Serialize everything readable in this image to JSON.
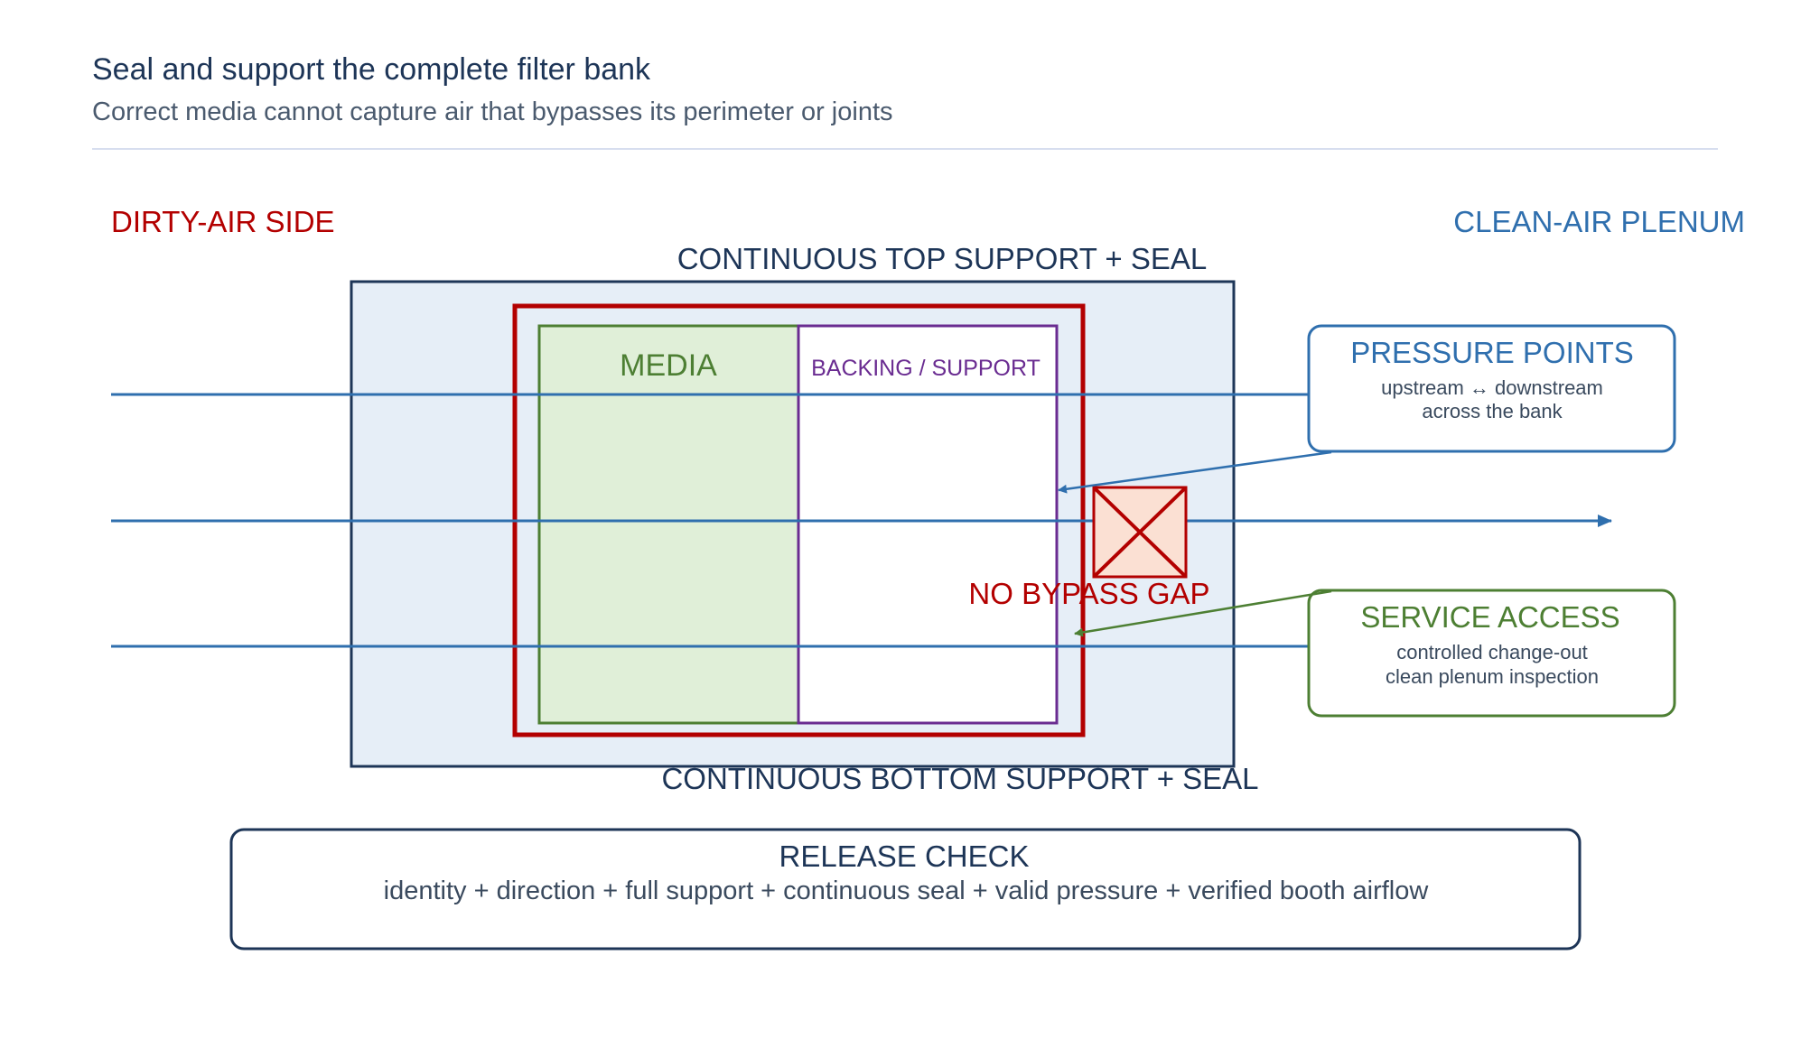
{
  "header": {
    "title": "Seal and support the complete filter bank",
    "subtitle": "Correct media cannot capture air that bypasses its perimeter or joints"
  },
  "diagram": {
    "dirty_side_label": "DIRTY-AIR SIDE",
    "clean_side_label": "CLEAN-AIR PLENUM",
    "top_support_label": "CONTINUOUS TOP SUPPORT + SEAL",
    "bottom_support_label": "CONTINUOUS BOTTOM SUPPORT + SEAL",
    "media_label": "MEDIA",
    "backing_label": "BACKING / SUPPORT",
    "bypass_label": "NO BYPASS GAP",
    "pressure_points": {
      "title": "PRESSURE POINTS",
      "line1": "upstream ↔ downstream",
      "line2": "across the bank"
    },
    "service_access": {
      "title": "SERVICE ACCESS",
      "line1": "controlled change-out",
      "line2": "clean plenum inspection"
    },
    "release_check": {
      "title": "RELEASE CHECK",
      "text": "identity + direction + full support + continuous seal + valid pressure + verified booth airflow"
    }
  },
  "colors": {
    "navy": "#1d3557",
    "red": "#b30000",
    "blue": "#2f6fae",
    "green": "#4d7f33",
    "purple": "#6a2c91",
    "housing_fill": "#e6eef7",
    "media_fill": "#e0efd8",
    "gap_fill": "#fbe0d3"
  }
}
